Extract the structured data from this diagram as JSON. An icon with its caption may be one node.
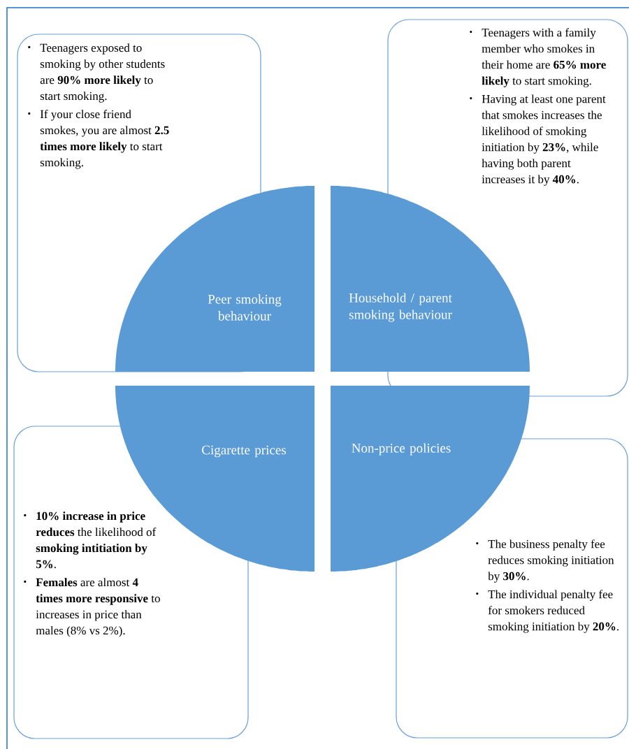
{
  "diagram": {
    "nodes": [
      {
        "text": [
          "Teenagers exposed to smoking by other students are **90% more likely** to start smoking.",
          "If your close friend smokes, you are almost **2.5 times more likely** to start smoking."
        ]
      },
      {
        "text": [
          "Teenagers with a family member who smokes in their home are **65% more likely** to start smoking.",
          "Having at least one parent that smokes increases the likelihood of smoking initiation by **23%**, while having both parent increases it by **40%**."
        ]
      },
      {
        "text": [
          "Peer smoking behaviour"
        ]
      },
      {
        "text": [
          "Household / parent smoking behaviour"
        ]
      },
      {
        "text": [
          "Cigarette prices"
        ]
      },
      {
        "text": [
          "Non-price policies"
        ]
      },
      {
        "text": [
          "**10% increase in price reduces** the likelihood of **smoking intitiation by 5%**.",
          "**Females** are almost **4 times more responsive** to increases in price than males (8% vs 2%)."
        ]
      },
      {
        "text": [
          "The business penalty fee reduces smoking initiation by **30%**.",
          "The individual penalty fee for smokers reduced smoking initiation by **20%**."
        ]
      }
    ]
  }
}
